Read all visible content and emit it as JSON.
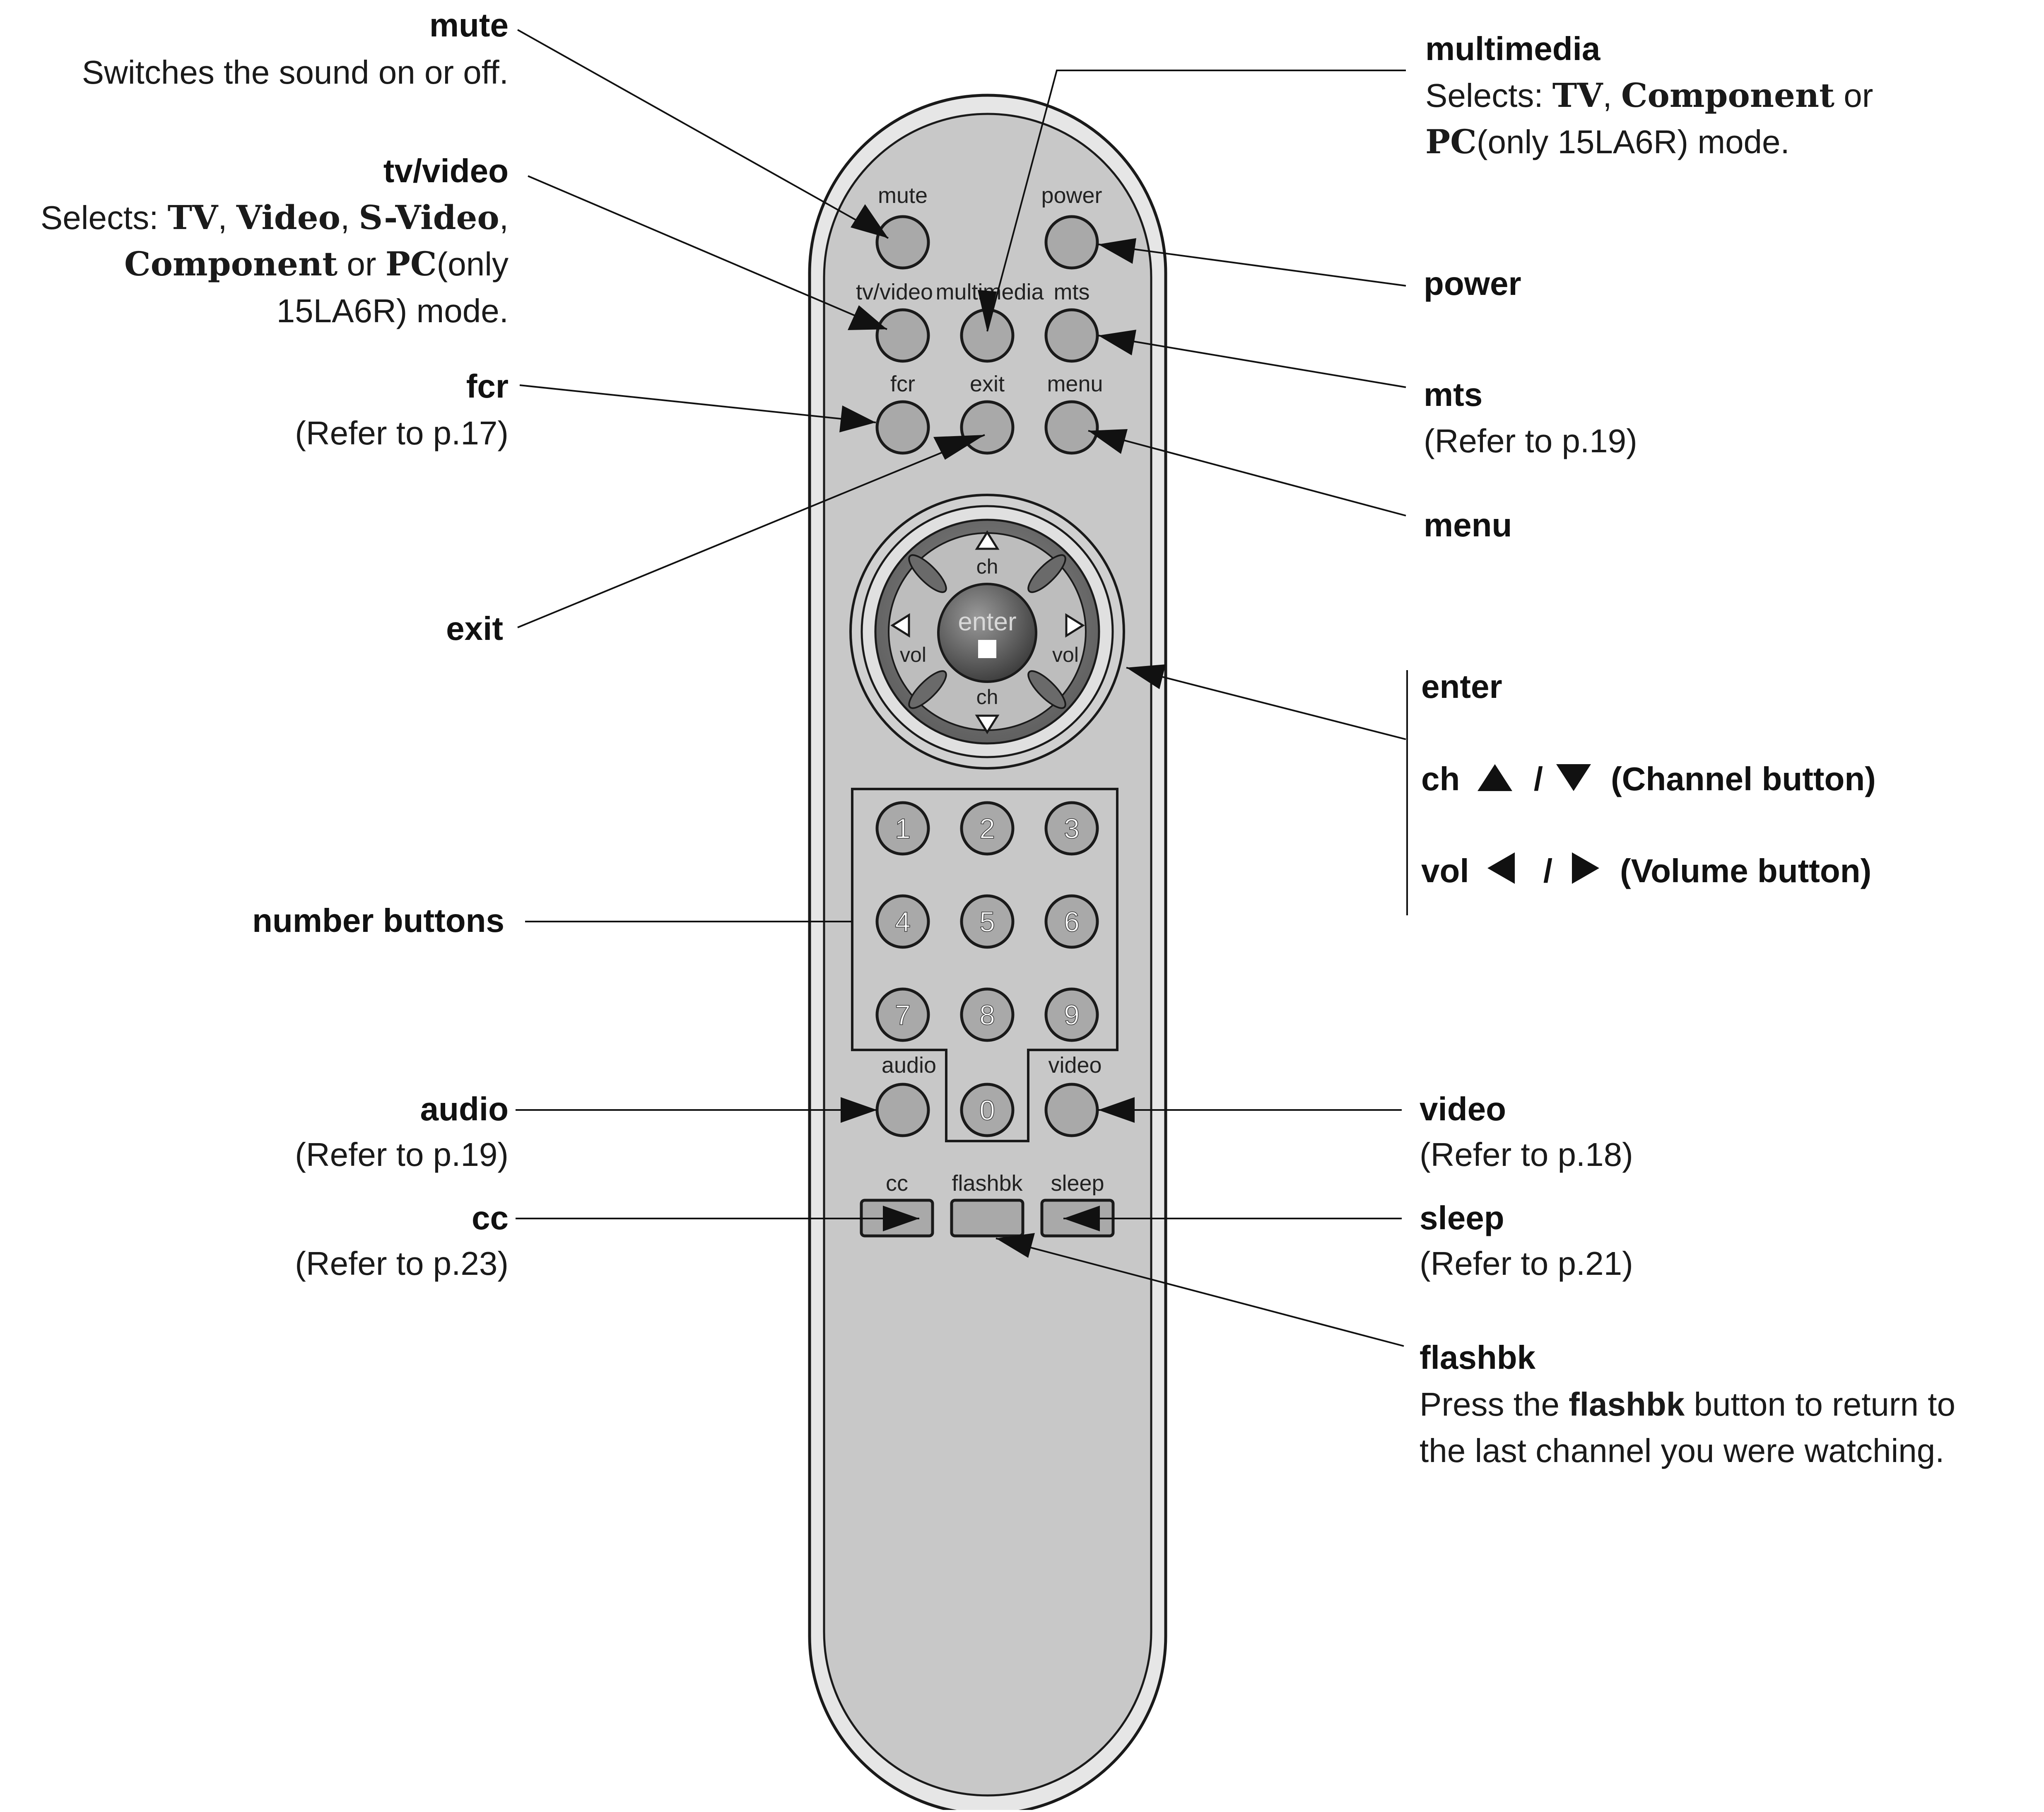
{
  "remote": {
    "buttons": {
      "mute": "mute",
      "power": "power",
      "tv_video": "tv/video",
      "multimedia": "multimedia",
      "mts": "mts",
      "fcr": "fcr",
      "exit": "exit",
      "menu": "menu",
      "enter": "enter",
      "ch": "ch",
      "vol": "vol",
      "numbers": [
        "1",
        "2",
        "3",
        "4",
        "5",
        "6",
        "7",
        "8",
        "9",
        "0"
      ],
      "audio": "audio",
      "video": "video",
      "cc": "cc",
      "flashbk": "flashbk",
      "sleep": "sleep"
    }
  },
  "annotations": {
    "mute": {
      "title": "mute",
      "desc": "Switches the sound on or off."
    },
    "tv_video": {
      "title": "tv/video",
      "line1_pre": "Selects: ",
      "line1_b1": "TV",
      "line1_sep1": ", ",
      "line1_b2": "Video",
      "line1_sep2": ", ",
      "line1_b3": "S-Video",
      "line1_end": ",",
      "line2_b1": "Component",
      "line2_mid": " or ",
      "line2_b2": "PC",
      "line2_end": "(only",
      "line3": "15LA6R) mode."
    },
    "fcr": {
      "title": "fcr",
      "ref": "(Refer to p.17)"
    },
    "exit": {
      "title": "exit"
    },
    "number_buttons": {
      "title": "number buttons"
    },
    "audio": {
      "title": "audio",
      "ref": "(Refer to p.19)"
    },
    "cc": {
      "title": "cc",
      "ref": "(Refer to p.23)"
    },
    "multimedia": {
      "title": "multimedia",
      "line1_pre": "Selects: ",
      "line1_b1": "TV",
      "line1_sep": ", ",
      "line1_b2": "Component",
      "line1_end": " or",
      "line2_b": "PC",
      "line2_rest": "(only 15LA6R) mode."
    },
    "power": {
      "title": "power"
    },
    "mts": {
      "title": "mts",
      "ref": "(Refer to p.19)"
    },
    "menu": {
      "title": "menu"
    },
    "enter": {
      "title": "enter"
    },
    "ch": {
      "title": "ch",
      "sep": "/",
      "desc": "(Channel button)"
    },
    "vol": {
      "title": "vol",
      "sep": "/",
      "desc": "(Volume button)"
    },
    "video": {
      "title": "video",
      "ref": "(Refer to p.18)"
    },
    "sleep": {
      "title": "sleep",
      "ref": "(Refer to p.21)"
    },
    "flashbk": {
      "title": "flashbk",
      "line1_pre": "Press the ",
      "line1_b": "flashbk",
      "line1_post": " button to return to",
      "line2": "the last channel you were watching."
    }
  },
  "colors": {
    "remote_body": "#c8c8c8",
    "remote_rim": "#e6e6e6",
    "button_fill": "#a9a9a9",
    "outline": "#1a1a1a",
    "text": "#111111"
  }
}
